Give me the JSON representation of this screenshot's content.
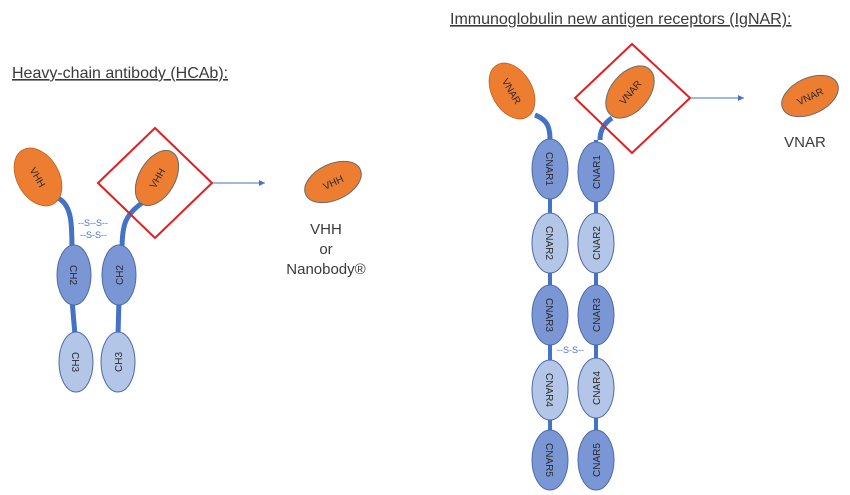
{
  "colors": {
    "variable_domain": "#ed7d31",
    "constant_dark": "#7a96d4",
    "constant_light": "#b4c6e7",
    "linker": "#4472c4",
    "highlight_box": "#e02020",
    "arrow": "#4472c4",
    "text": "#3a3a3a"
  },
  "hcab": {
    "title": "Heavy-chain antibody (HCAb):",
    "left_chain": [
      "VHH",
      "CH2",
      "CH3"
    ],
    "right_chain": [
      "VHH",
      "CH2",
      "CH3"
    ],
    "disulfide_1": "--S--S--",
    "disulfide_2": "--S-S--",
    "isolated_domain": "VHH",
    "result_line1": "VHH",
    "result_line2": "or",
    "result_line3": "Nanobody®"
  },
  "ignar": {
    "title": "Immunoglobulin new antigen receptors (IgNAR):",
    "left_chain": [
      "VNAR",
      "CNAR1",
      "CNAR2",
      "CNAR3",
      "CNAR4",
      "CNAR5"
    ],
    "right_chain": [
      "VNAR",
      "CNAR1",
      "CNAR2",
      "CNAR3",
      "CNAR4",
      "CNAR5"
    ],
    "disulfide": "--S-S--",
    "isolated_domain": "VNAR",
    "result_label": "VNAR"
  }
}
